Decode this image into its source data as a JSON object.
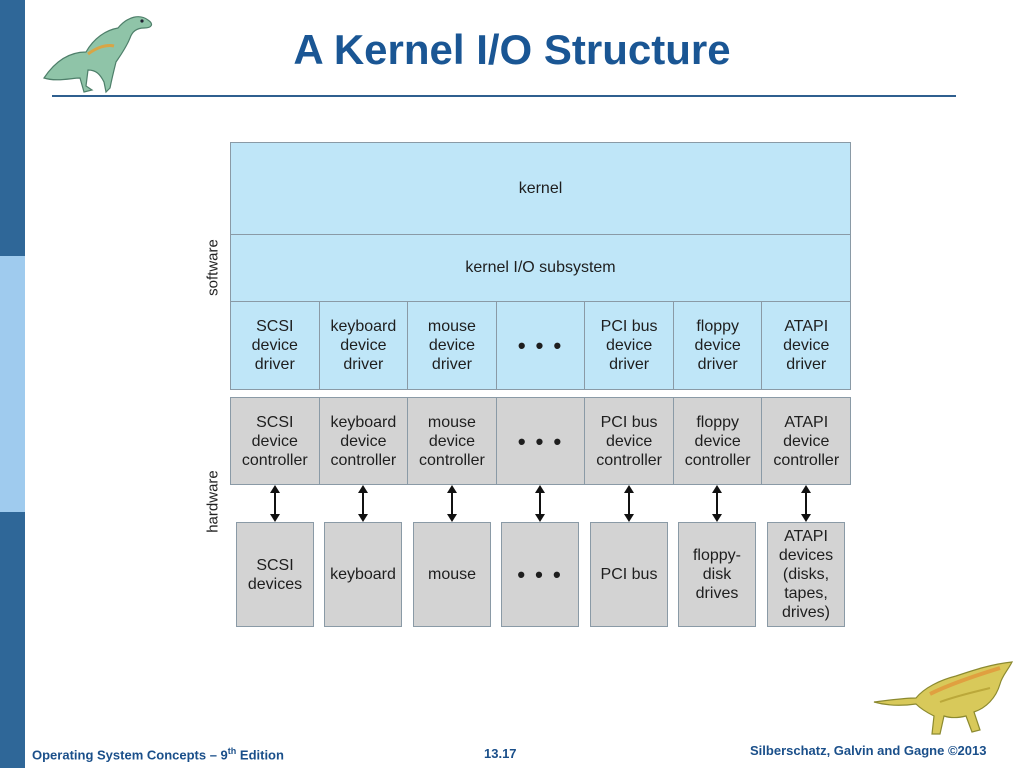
{
  "slide": {
    "title": "A Kernel I/O Structure",
    "footer": {
      "book_prefix": "Operating System Concepts – 9",
      "book_sup": "th",
      "book_suffix": " Edition",
      "page": "13.17",
      "copyright": "Silberschatz, Galvin and Gagne ©2013"
    },
    "colors": {
      "title": "#1a5694",
      "sidebar_dark": "#2f6798",
      "sidebar_light": "#9fcbee",
      "software_fill": "#bfe6f8",
      "hardware_fill": "#d3d3d3"
    },
    "icons": [
      "dinosaur-icon-top",
      "dinosaur-icon-bottom"
    ]
  },
  "diagram": {
    "side_labels": {
      "software": "software",
      "hardware": "hardware"
    },
    "kernel": "kernel",
    "subsystem": "kernel I/O subsystem",
    "drivers": [
      "SCSI\ndevice\ndriver",
      "keyboard\ndevice\ndriver",
      "mouse\ndevice\ndriver",
      "• • •",
      "PCI bus\ndevice\ndriver",
      "floppy\ndevice\ndriver",
      "ATAPI\ndevice\ndriver"
    ],
    "controllers": [
      "SCSI\ndevice\ncontroller",
      "keyboard\ndevice\ncontroller",
      "mouse\ndevice\ncontroller",
      "• • •",
      "PCI bus\ndevice\ncontroller",
      "floppy\ndevice\ncontroller",
      "ATAPI\ndevice\ncontroller"
    ],
    "devices": [
      "SCSI\ndevices",
      "keyboard",
      "mouse",
      "• • •",
      "PCI bus",
      "floppy-\ndisk\ndrives",
      "ATAPI\ndevices\n(disks,\ntapes,\ndrives)"
    ]
  }
}
